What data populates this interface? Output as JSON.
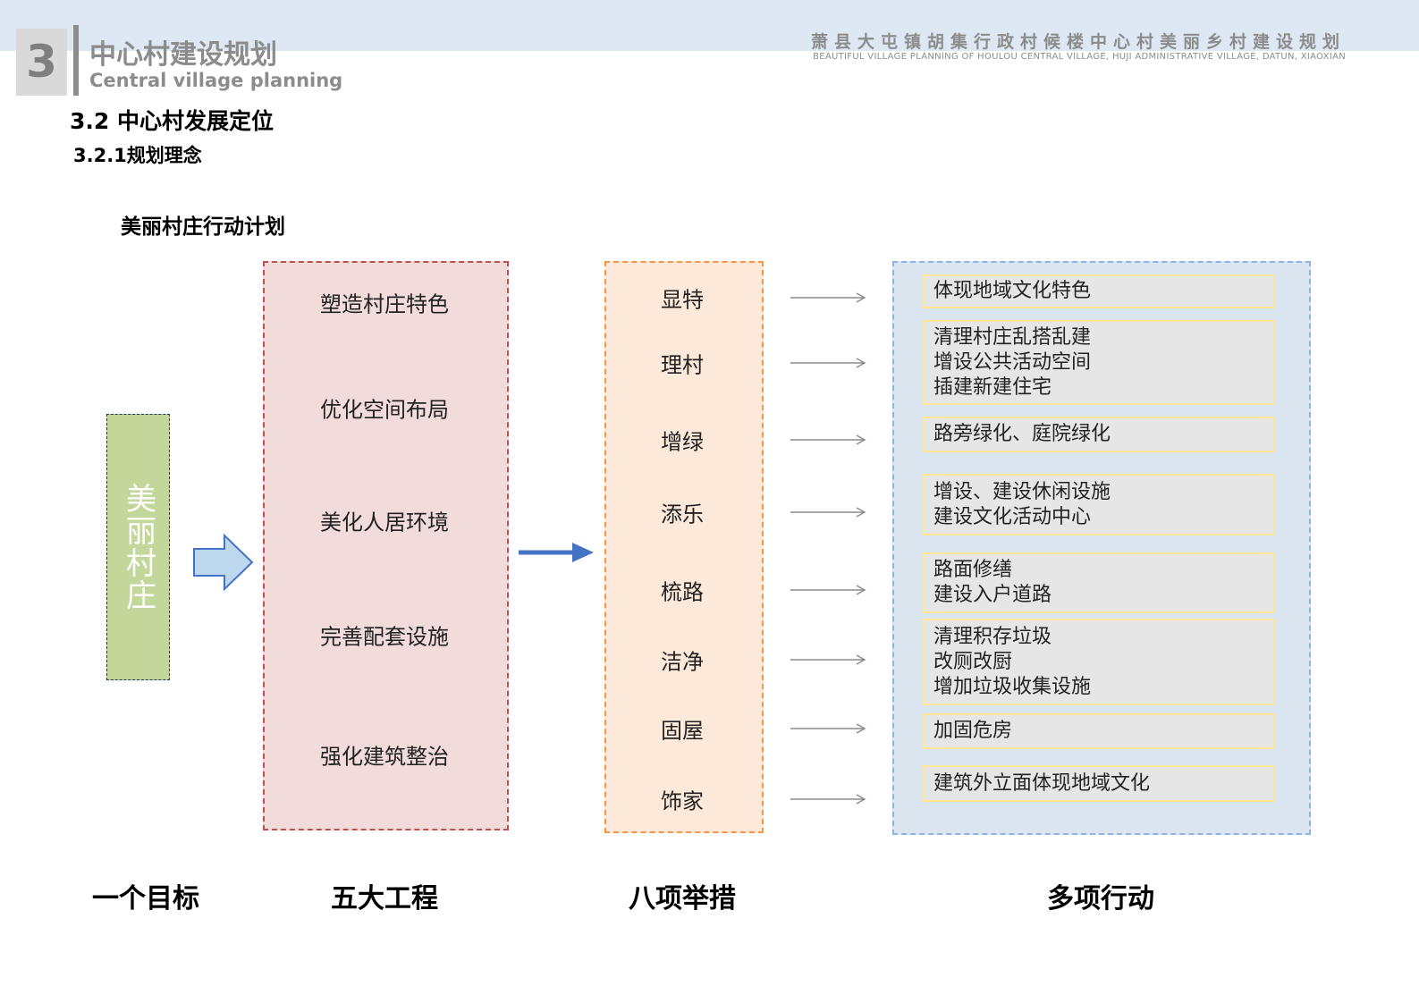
{
  "header": {
    "section_number": "3",
    "title": "中心村建设规划",
    "subtitle": "Central village planning",
    "project_cn": "萧县大屯镇胡集行政村候楼中心村美丽乡村建设规划",
    "project_en": "BEAUTIFUL VILLAGE PLANNING OF HOULOU CENTRAL VILLAGE, HUJI ADMINISTRATIVE VILLAGE, DATUN, XIAOXIAN"
  },
  "headings": {
    "h2": "3.2 中心村发展定位",
    "h3": "3.2.1规划理念",
    "diagram_title": "美丽村庄行动计划"
  },
  "goal": "美丽村庄",
  "projects": [
    "塑造村庄特色",
    "优化空间布局",
    "美化人居环境",
    "完善配套设施",
    "强化建筑整治"
  ],
  "measures": [
    "显特",
    "理村",
    "增绿",
    "添乐",
    "梳路",
    "洁净",
    "固屋",
    "饰家"
  ],
  "actions": [
    {
      "lines": [
        "体现地域文化特色"
      ]
    },
    {
      "lines": [
        "清理村庄乱搭乱建",
        "增设公共活动空间",
        "插建新建住宅"
      ]
    },
    {
      "lines": [
        "路旁绿化、庭院绿化"
      ]
    },
    {
      "lines": [
        "增设、建设休闲设施",
        "建设文化活动中心"
      ]
    },
    {
      "lines": [
        "路面修缮",
        "建设入户道路"
      ]
    },
    {
      "lines": [
        "清理积存垃圾",
        "改厕改厨",
        "增加垃圾收集设施"
      ]
    },
    {
      "lines": [
        "加固危房"
      ]
    },
    {
      "lines": [
        "建筑外立面体现地域文化"
      ]
    }
  ],
  "footer": [
    "一个目标",
    "五大工程",
    "八项举措",
    "多项行动"
  ],
  "colors": {
    "goal": "#c4d79b",
    "projects": "#f2dcdb",
    "measures": "#fde9d9",
    "actions": "#dce6f1",
    "arrow": "#4472c4"
  }
}
